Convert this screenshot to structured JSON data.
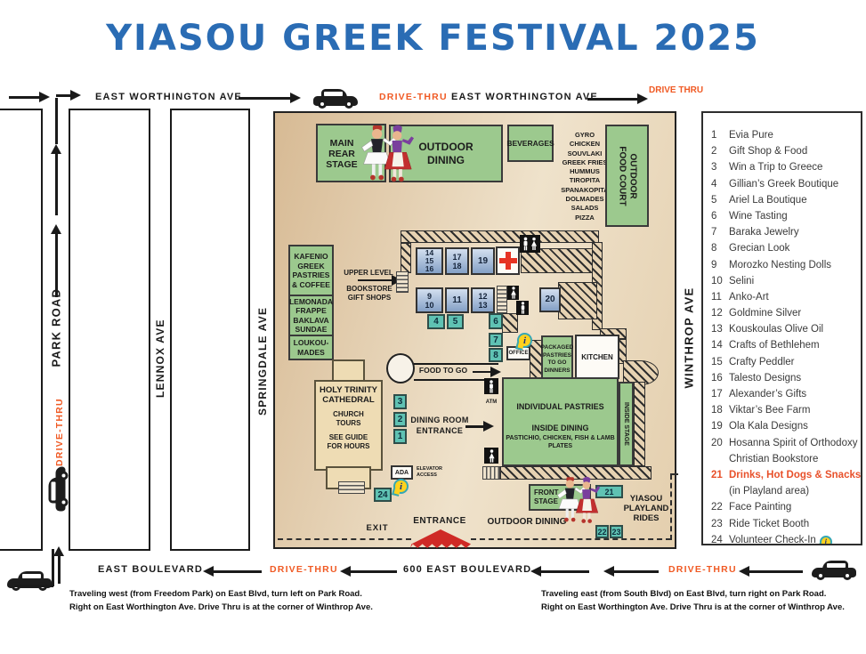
{
  "title": "YIASOU GREEK FESTIVAL 2025",
  "colors": {
    "title_blue": "#2a6cb4",
    "drive_thru_orange": "#f05a24",
    "booth_teal": "#5fc2b3",
    "booth_blue": "#a9bedb",
    "area_green": "#9cc98e",
    "map_tan": "#e6d2b2",
    "first_aid_red": "#e63323",
    "info_yellow": "#ffd21e"
  },
  "streets": {
    "east_worthington_left": "EAST WORTHINGTON AVE",
    "east_worthington_right": "EAST WORTHINGTON AVE",
    "drive_thru_top": "DRIVE-THRU",
    "drive_thru_corner": "DRIVE\nTHRU",
    "park_road": "PARK ROAD",
    "park_drive_thru": "DRIVE-THRU",
    "lennox": "LENNOX AVE",
    "springdale": "SPRINGDALE AVE",
    "winthrop": "WINTHROP AVE",
    "east_boulevard": "EAST BOULEVARD",
    "east_boulevard_600": "600 EAST BOULEVARD",
    "drive_thru_bottom_left": "DRIVE-THRU",
    "drive_thru_bottom_right": "DRIVE-THRU"
  },
  "map": {
    "labels": {
      "main_rear_stage": "MAIN\nREAR\nSTAGE",
      "outdoor_dining_top": "OUTDOOR\nDINING",
      "beverages": "BEVERAGES",
      "outdoor_food_court": "OUTDOOR\nFOOD COURT",
      "kafenio": "KAFENIO\nGREEK\nPASTRIES\n& COFFEE",
      "lemonada": "LEMONADA\nFRAPPE\nBAKLAVA\nSUNDAE",
      "loukoumades": "LOUKOU-\nMADES",
      "upper_level": "UPPER LEVEL",
      "bookstore": "BOOKSTORE\nGIFT SHOPS",
      "office": "OFFICE",
      "packaged_pastries": "PACKAGED\nPASTRIES\nTO GO\nDINNERS",
      "kitchen": "KITCHEN",
      "food_to_go": "FOOD TO GO",
      "dining_room_entrance": "DINING ROOM\nENTRANCE",
      "individual_pastries": "INDIVIDUAL PASTRIES",
      "inside_dining": "INSIDE DINING",
      "plates": "PASTICHIO, CHICKEN, FISH & LAMB\nPLATES",
      "inside_stage": "INSIDE STAGE",
      "atm": "ATM",
      "ada": "ADA",
      "elevator_access": "ELEVATOR\nACCESS",
      "cathedral": "HOLY TRINITY\nCATHEDRAL",
      "church_tours": "CHURCH\nTOURS",
      "see_guide": "SEE GUIDE\nFOR HOURS",
      "front_stage": "FRONT\nSTAGE",
      "playland": "YIASOU\nPLAYLAND\nRIDES",
      "exit": "EXIT",
      "entrance": "ENTRANCE",
      "outdoor_dining_bottom": "OUTDOOR DINING"
    },
    "food_list": [
      "GYRO",
      "CHICKEN",
      "SOUVLAKI",
      "GREEK FRIES",
      "HUMMUS",
      "TIROPITA",
      "SPANAKOPITA",
      "DOLMADES",
      "SALADS",
      "PIZZA"
    ],
    "booths": {
      "t141516": "14\n15\n16",
      "t1718": "17\n18",
      "t19": "19",
      "t910": "9\n10",
      "t11": "11",
      "t1213": "12\n13",
      "t20": "20",
      "t4": "4",
      "t5": "5",
      "t6": "6",
      "t7": "7",
      "t8": "8",
      "t3": "3",
      "t2": "2",
      "t1": "1",
      "t21": "21",
      "t22": "22",
      "t23": "23",
      "t24": "24"
    }
  },
  "legend": {
    "items": [
      {
        "n": "1",
        "label": "Evia Pure"
      },
      {
        "n": "2",
        "label": "Gift Shop & Food"
      },
      {
        "n": "3",
        "label": "Win a Trip to Greece"
      },
      {
        "n": "4",
        "label": "Gillian’s Greek Boutique"
      },
      {
        "n": "5",
        "label": "Ariel La Boutique"
      },
      {
        "n": "6",
        "label": "Wine Tasting"
      },
      {
        "n": "7",
        "label": "Baraka Jewelry"
      },
      {
        "n": "8",
        "label": "Grecian Look"
      },
      {
        "n": "9",
        "label": "Morozko Nesting Dolls"
      },
      {
        "n": "10",
        "label": "Selini"
      },
      {
        "n": "11",
        "label": "Anko-Art"
      },
      {
        "n": "12",
        "label": "Goldmine Silver"
      },
      {
        "n": "13",
        "label": "Kouskoulas Olive Oil"
      },
      {
        "n": "14",
        "label": "Crafts of Bethlehem"
      },
      {
        "n": "15",
        "label": "Crafty Peddler"
      },
      {
        "n": "16",
        "label": "Talesto Designs"
      },
      {
        "n": "17",
        "label": "Alexander’s Gifts"
      },
      {
        "n": "18",
        "label": "Viktar’s Bee Farm"
      },
      {
        "n": "19",
        "label": "Ola Kala Designs"
      },
      {
        "n": "20",
        "label": "Hosanna Spirit of Orthodoxy",
        "label2": "Christian Bookstore"
      },
      {
        "n": "21",
        "label": "Drinks, Hot Dogs & Snacks",
        "label2": "(in Playland area)",
        "highlight": true
      },
      {
        "n": "22",
        "label": "Face Painting"
      },
      {
        "n": "23",
        "label": "Ride Ticket Booth"
      },
      {
        "n": "24",
        "label": "Volunteer Check-In",
        "info": true
      }
    ]
  },
  "directions": {
    "west_line1": "Traveling west (from Freedom Park) on East Blvd,  turn left on Park Road.",
    "west_line2": "Right on East Worthington Ave.  Drive Thru is at the corner of Winthrop Ave.",
    "east_line1": "Traveling east (from South Blvd) on East Blvd,  turn right on Park Road.",
    "east_line2": "Right on East Worthington Ave.  Drive Thru is at the corner of Winthrop Ave."
  }
}
